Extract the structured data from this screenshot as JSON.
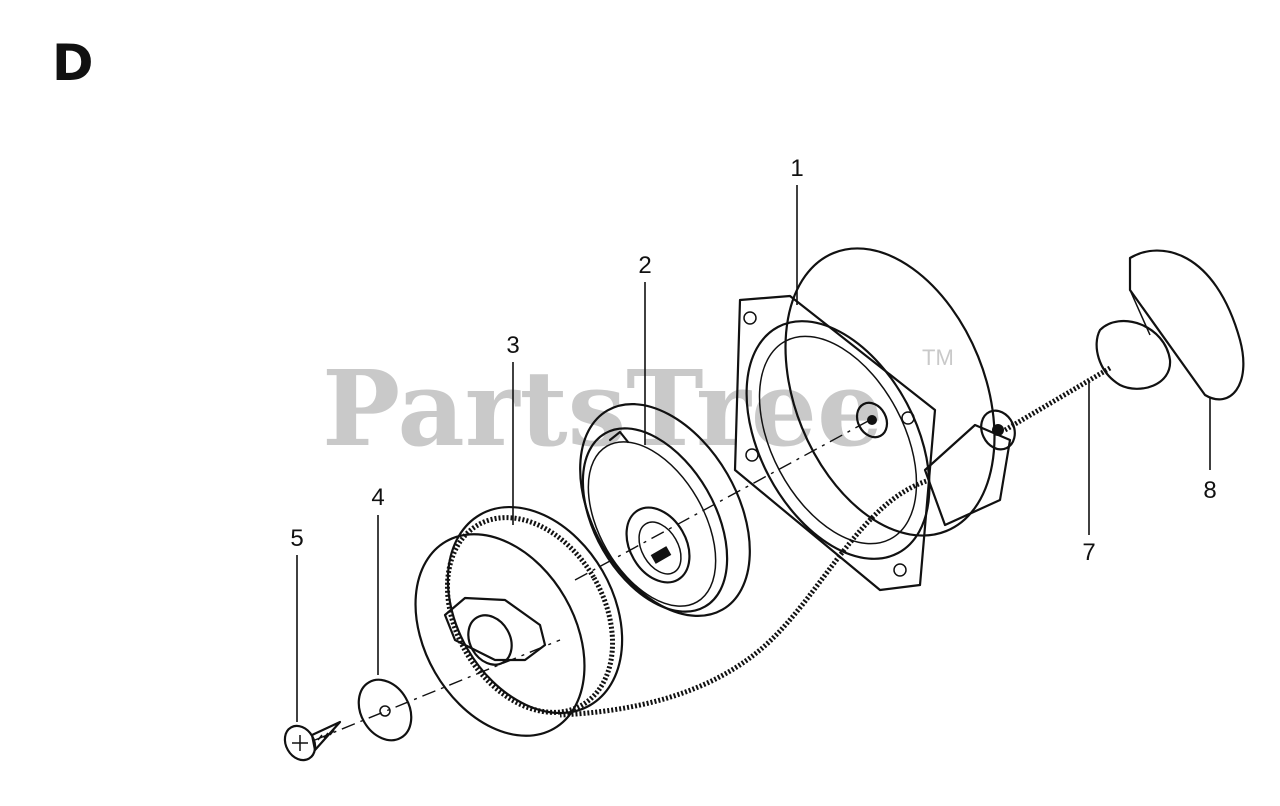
{
  "section_letter": "D",
  "watermark": {
    "text": "PartsTree",
    "trademark": "TM"
  },
  "callouts": [
    {
      "id": "1",
      "label": "1",
      "part": "recoil-housing"
    },
    {
      "id": "2",
      "label": "2",
      "part": "recoil-spring"
    },
    {
      "id": "3",
      "label": "3",
      "part": "rope-pulley"
    },
    {
      "id": "4",
      "label": "4",
      "part": "washer"
    },
    {
      "id": "5",
      "label": "5",
      "part": "screw"
    },
    {
      "id": "7",
      "label": "7",
      "part": "starter-rope"
    },
    {
      "id": "8",
      "label": "8",
      "part": "starter-handle"
    }
  ]
}
